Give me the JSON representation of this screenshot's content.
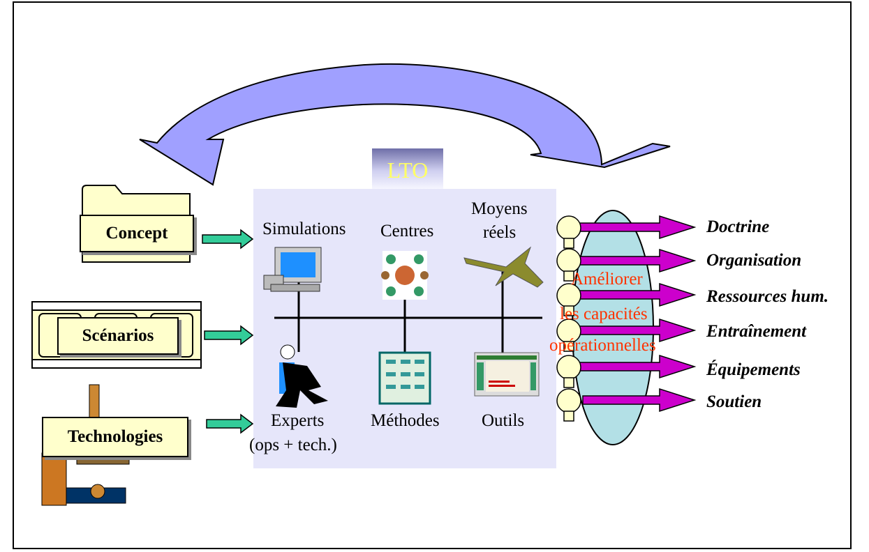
{
  "center": {
    "title": "LTO",
    "top_labels": {
      "simulations": "Simulations",
      "centres": "Centres",
      "moyens_line1": "Moyens",
      "moyens_line2": "réels"
    },
    "bottom_labels": {
      "experts_line1": "Experts",
      "experts_line2": "(ops + tech.)",
      "methodes": "Méthodes",
      "outils": "Outils"
    }
  },
  "inputs": {
    "concept": "Concept",
    "scenarios": "Scénarios",
    "technologies": "Technologies"
  },
  "goal": {
    "line1": "Améliorer",
    "line2": "les capacités",
    "line3": "opérationnelles"
  },
  "outputs": [
    "Doctrine",
    "Organisation",
    "Ressources hum.",
    "Entraînement",
    "Équipements",
    "Soutien"
  ],
  "colors": {
    "panel": "#e6e6fa",
    "arrow_loop": "#a0a0ff",
    "input_arrow": "#33cc99",
    "output_arrow": "#cc00cc",
    "ellipse": "#b3e0e6",
    "goal_text": "#ff3300"
  }
}
